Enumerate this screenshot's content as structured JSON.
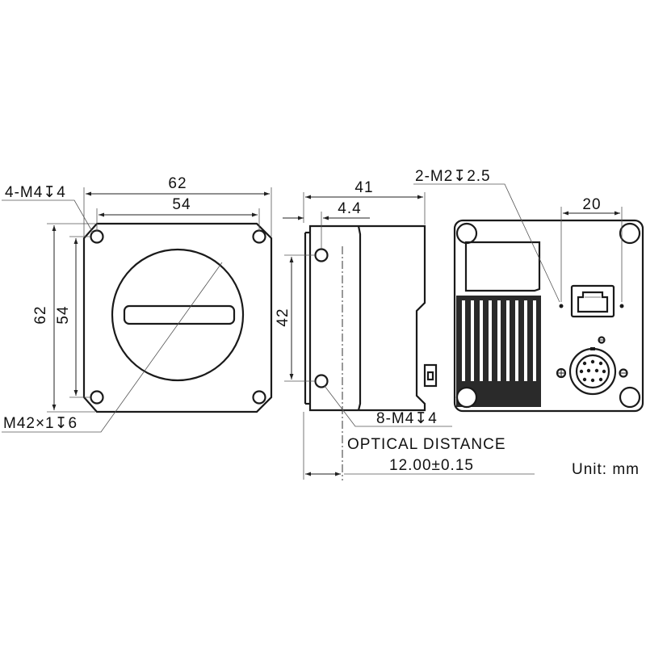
{
  "front_view": {
    "width_outer": "62",
    "width_holes": "54",
    "height_outer": "62",
    "height_holes": "54",
    "hole_callout": "4-M4↧4",
    "mount_callout": "M42×1↧6"
  },
  "side_view": {
    "depth": "41",
    "flange": "4.4",
    "hole_spacing": "42",
    "hole_callout": "8-M4↧4",
    "optical_distance_label": "OPTICAL DISTANCE",
    "optical_distance_value": "12.00±0.15"
  },
  "rear_view": {
    "hole_callout": "2-M2↧2.5",
    "hole_spacing": "20"
  },
  "unit": "Unit: mm"
}
